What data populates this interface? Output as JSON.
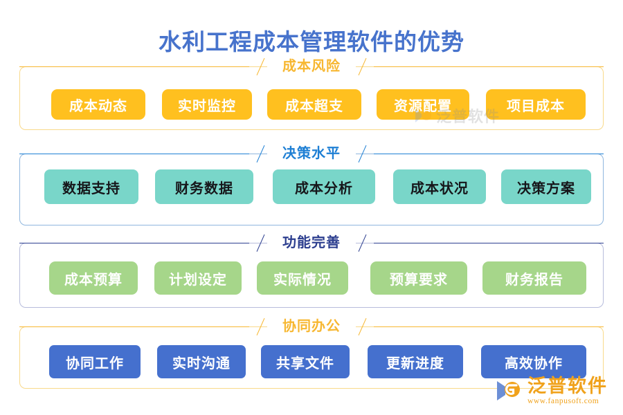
{
  "page": {
    "title": "水利工程成本管理软件的优势",
    "title_color": "#4773CC",
    "background": "#ffffff"
  },
  "watermark": {
    "text": "泛普软件"
  },
  "brand": {
    "name": "泛普软件",
    "url": "www.fanpusoft.com",
    "color": "#F0A21C",
    "mark_colors": [
      "#6C8FD6",
      "#F0A21C"
    ]
  },
  "sections": [
    {
      "title": "成本风险",
      "title_color": "#F7B731",
      "border_color": "#F9D98A",
      "pill_bg": "#FFC01F",
      "pill_text_color": "#ffffff",
      "items": [
        {
          "label": "成本动态"
        },
        {
          "label": "实时监控"
        },
        {
          "label": "成本超支"
        },
        {
          "label": "资源配置"
        },
        {
          "label": "项目成本"
        }
      ]
    },
    {
      "title": "决策水平",
      "title_color": "#1E7FD4",
      "border_color": "#8FB6DE",
      "pill_bg": "#79D6C9",
      "pill_text_color": "#16161a",
      "items": [
        {
          "label": "数据支持"
        },
        {
          "label": "财务数据"
        },
        {
          "label": "成本分析"
        },
        {
          "label": "成本状况"
        },
        {
          "label": "决策方案"
        }
      ]
    },
    {
      "title": "功能完善",
      "title_color": "#2C3E8F",
      "border_color": "#B7BCDC",
      "pill_bg": "#A6D68A",
      "pill_text_color": "#ffffff",
      "items": [
        {
          "label": "成本预算"
        },
        {
          "label": "计划设定"
        },
        {
          "label": "实际情况"
        },
        {
          "label": "预算要求"
        },
        {
          "label": "财务报告"
        }
      ]
    },
    {
      "title": "协同办公",
      "title_color": "#F7B731",
      "border_color": "#F9D98A",
      "pill_bg": "#4570CE",
      "pill_text_color": "#ffffff",
      "items": [
        {
          "label": "协同工作"
        },
        {
          "label": "实时沟通"
        },
        {
          "label": "共享文件"
        },
        {
          "label": "更新进度"
        },
        {
          "label": "高效协作"
        }
      ]
    }
  ]
}
